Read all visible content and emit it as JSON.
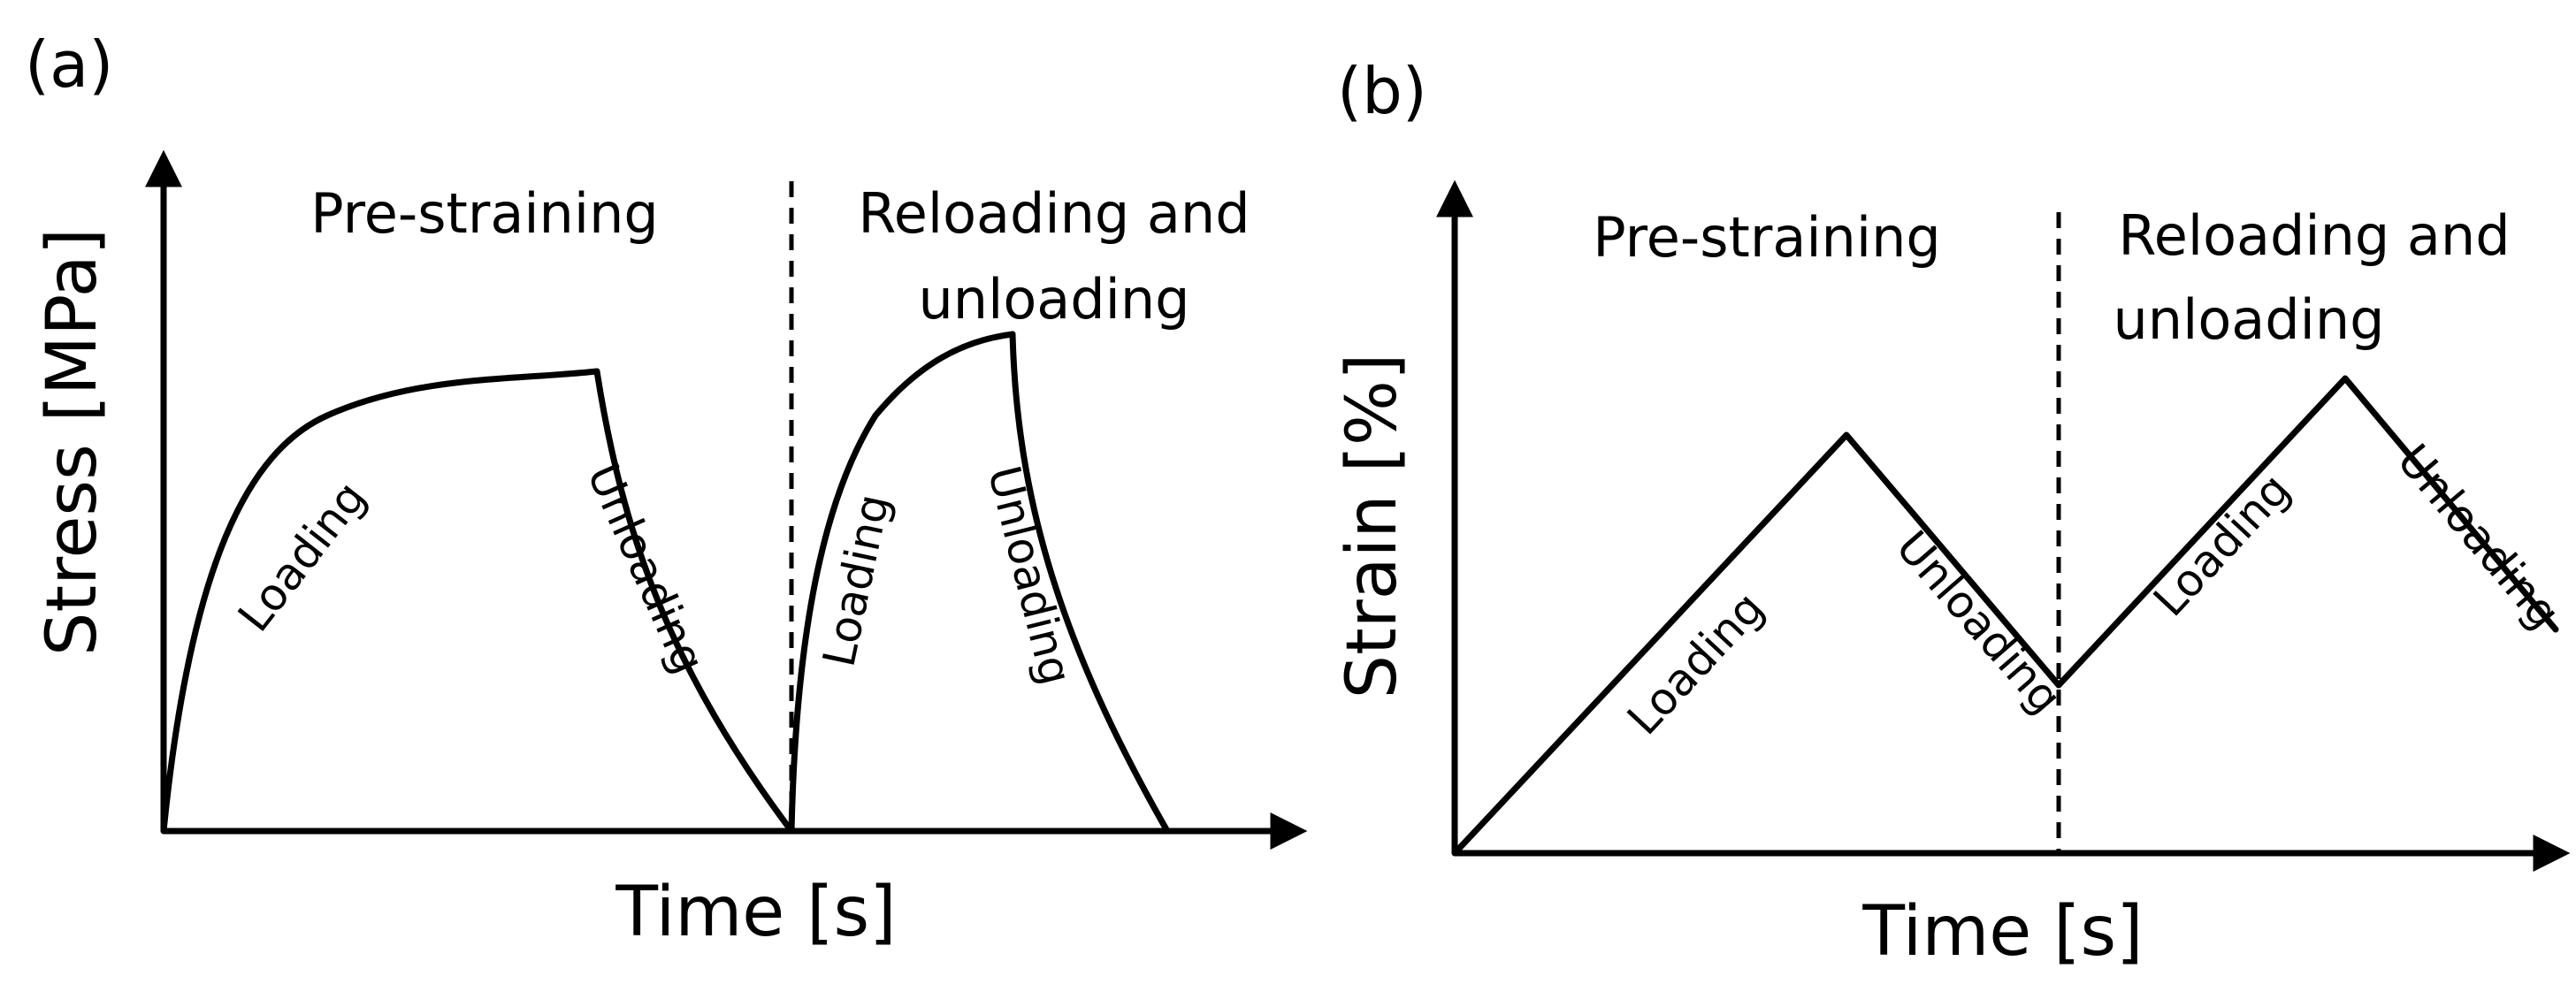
{
  "panel_a": {
    "label": "(a)",
    "ylabel": "Stress [MPa]",
    "xlabel": "Time [s]",
    "phase_left": "Pre-straining",
    "phase_right_line1": "Reloading and",
    "phase_right_line2": "unloading",
    "curve_labels": {
      "loading_1": "Loading",
      "unloading_1": "Unloading",
      "loading_2": "Loading",
      "unloading_2": "Unloading"
    }
  },
  "panel_b": {
    "label": "(b)",
    "ylabel": "Strain [%]",
    "xlabel": "Time [s]",
    "phase_left": "Pre-straining",
    "phase_right_line1": "Reloading and",
    "phase_right_line2": "unloading",
    "curve_labels": {
      "loading_1": "Loading",
      "unloading_1": "Unloading",
      "loading_2": "Loading",
      "unloading_2": "Unloading"
    }
  }
}
